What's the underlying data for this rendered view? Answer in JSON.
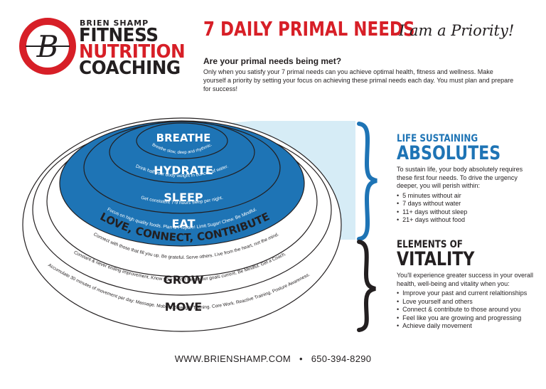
{
  "brand": {
    "logo_letter": "B",
    "name_small": "BRIEN SHAMP",
    "line1": "FITNESS",
    "line2": "NUTRITION",
    "line3": "COACHING",
    "red": "#d71f27",
    "dark": "#231f20"
  },
  "header": {
    "title": "7 DAILY PRIMAL NEEDS",
    "tagline": "I am a Priority!",
    "question": "Are your primal needs being met?",
    "intro": "Only when you satisfy your 7 primal needs can you achieve optimal health, fitness and wellness. Make yourself a priority by setting your focus on achieving these primal needs each day. You must plan and prepare for success!"
  },
  "needs": [
    {
      "title": "BREATHE",
      "caption": "Breathe slow, deep and rhythmic."
    },
    {
      "title": "HYDRATE",
      "caption": "Drink half your body weight in ounces of water."
    },
    {
      "title": "SLEEP",
      "caption": "Get consistent 7-9 hours sleep per night."
    },
    {
      "title": "EAT",
      "caption": "Focus on high quality foods. Plan & Prepare! Limit Sugar! Chew. Be Mindful."
    },
    {
      "title": "LOVE, CONNECT, CONTRIBUTE",
      "caption": "Connect with those that fill you up. Be grateful. Serve others. Live from the heart, not the mind."
    },
    {
      "title": "GROW",
      "caption": "Constant & never ending improvement. Know your WHY! Keep your goals current. Be Mindful. Get a Coach."
    },
    {
      "title": "MOVE",
      "caption": "Accumulate 30 minutes of movement per day: Massage. Mobility. Strength Training. Core Work. Reactive Training. Posture Awareness."
    }
  ],
  "absolutes": {
    "label_small": "LIFE SUSTAINING",
    "label_big": "ABSOLUTES",
    "description": "To sustain life, your body absolutely requires these first four needs. To drive the urgency deeper, you will perish within:",
    "items": [
      "5 minutes without air",
      "7 days without water",
      "11+ days without sleep",
      "21+ days without food"
    ]
  },
  "vitality": {
    "label_small": "ELEMENTS OF",
    "label_big": "VITALITY",
    "description": "You'll experience greater success in your overall health, well-being and vitality when you:",
    "items": [
      "Improve your past and current relaltionships",
      "Love yourself and others",
      "Connect & contribute to those around you",
      "Feel like you are growing and progressing",
      "Achieve daily movement"
    ]
  },
  "footer": {
    "website": "WWW.BRIENSHAMP.COM",
    "separator": "•",
    "phone": "650-394-8290"
  },
  "colors": {
    "blue": "#1e74b5",
    "light_blue": "#d6ecf6",
    "bracket_blue": "#1e74b5"
  }
}
